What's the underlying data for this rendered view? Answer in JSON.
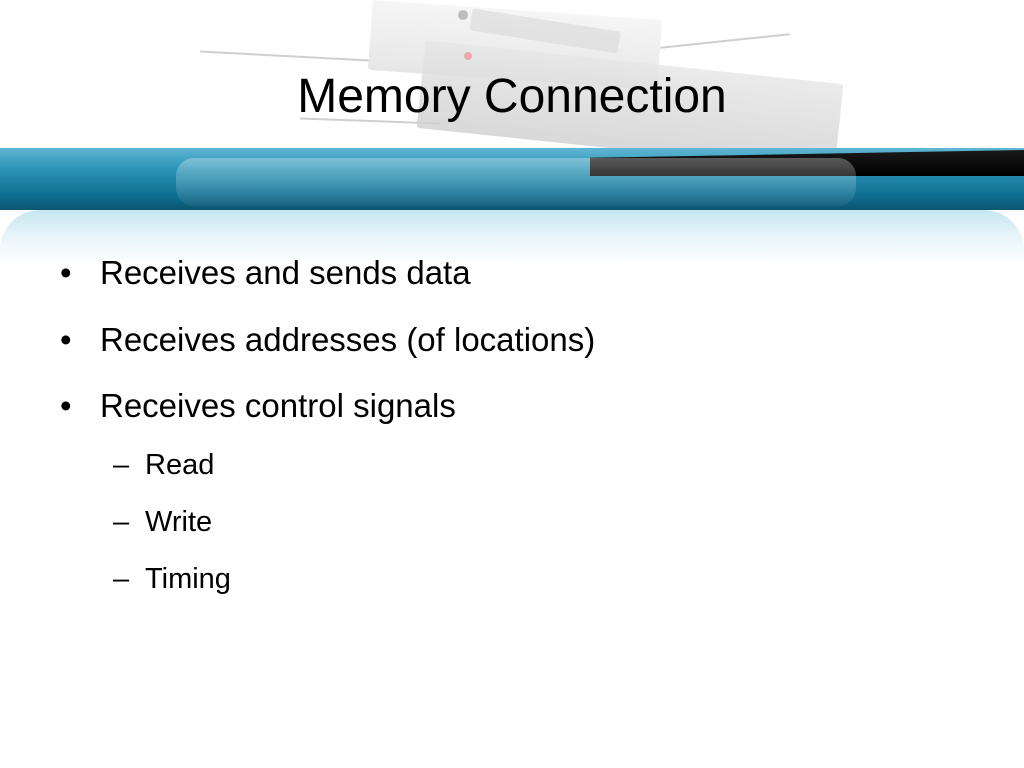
{
  "slide": {
    "title": "Memory Connection",
    "bullets": [
      {
        "marker": "•",
        "text": "Receives and sends data"
      },
      {
        "marker": "•",
        "text": "Receives addresses (of locations)"
      },
      {
        "marker": "•",
        "text": "Receives control signals"
      }
    ],
    "sub_bullets": [
      {
        "marker": "–",
        "text": "Read"
      },
      {
        "marker": "–",
        "text": "Write"
      },
      {
        "marker": "–",
        "text": "Timing"
      }
    ]
  },
  "colors": {
    "band_blue": "#2a93b6",
    "band_dark": "#000000",
    "text": "#000000",
    "background": "#ffffff"
  }
}
